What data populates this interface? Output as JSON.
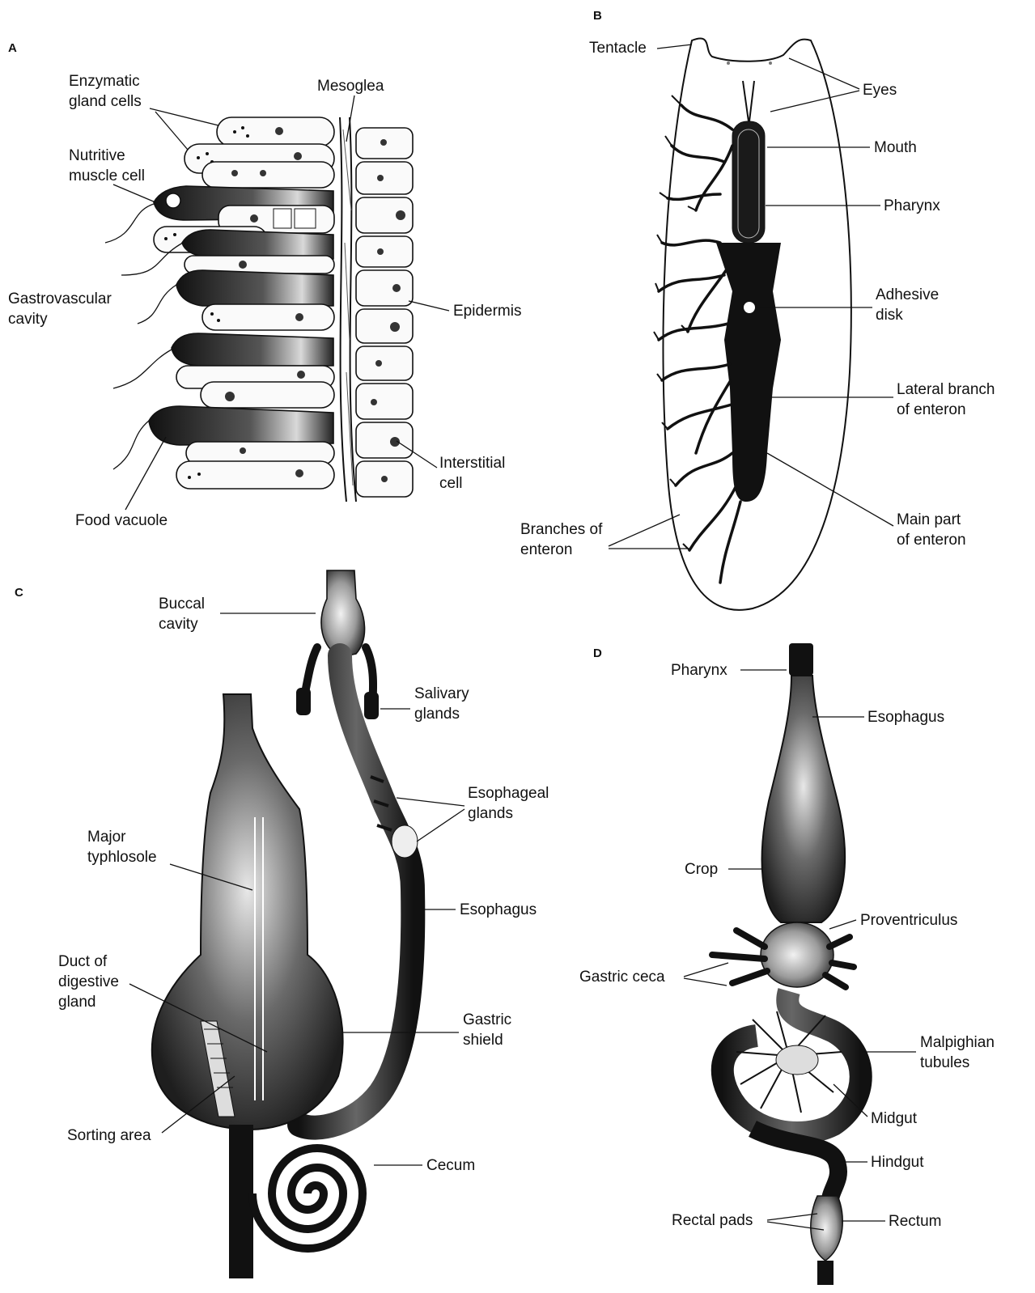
{
  "panels": {
    "A": {
      "letter": "A",
      "labels": {
        "enzymatic_l1": "Enzymatic",
        "enzymatic_l2": "gland cells",
        "mesoglea": "Mesoglea",
        "nutritive_l1": "Nutritive",
        "nutritive_l2": "muscle cell",
        "gastro_l1": "Gastrovascular",
        "gastro_l2": "cavity",
        "epidermis": "Epidermis",
        "interstitial_l1": "Interstitial",
        "interstitial_l2": "cell",
        "food_vacuole": "Food vacuole"
      }
    },
    "B": {
      "letter": "B",
      "labels": {
        "tentacle": "Tentacle",
        "eyes": "Eyes",
        "mouth": "Mouth",
        "pharynx": "Pharynx",
        "adhesive_l1": "Adhesive",
        "adhesive_l2": "disk",
        "lateral_l1": "Lateral branch",
        "lateral_l2": "of enteron",
        "main_l1": "Main part",
        "main_l2": "of enteron",
        "branches_l1": "Branches of",
        "branches_l2": "enteron"
      }
    },
    "C": {
      "letter": "C",
      "labels": {
        "buccal_l1": "Buccal",
        "buccal_l2": "cavity",
        "salivary_l1": "Salivary",
        "salivary_l2": "glands",
        "esoph_glands_l1": "Esophageal",
        "esoph_glands_l2": "glands",
        "major_l1": "Major",
        "major_l2": "typhlosole",
        "esophagus": "Esophagus",
        "duct_l1": "Duct of",
        "duct_l2": "digestive",
        "duct_l3": "gland",
        "gastric_l1": "Gastric",
        "gastric_l2": "shield",
        "sorting": "Sorting area",
        "cecum": "Cecum"
      }
    },
    "D": {
      "letter": "D",
      "labels": {
        "pharynx": "Pharynx",
        "esophagus": "Esophagus",
        "crop": "Crop",
        "proventriculus": "Proventriculus",
        "gastric_ceca": "Gastric ceca",
        "malpighian_l1": "Malpighian",
        "malpighian_l2": "tubules",
        "midgut": "Midgut",
        "hindgut": "Hindgut",
        "rectal_pads": "Rectal pads",
        "rectum": "Rectum"
      }
    }
  }
}
